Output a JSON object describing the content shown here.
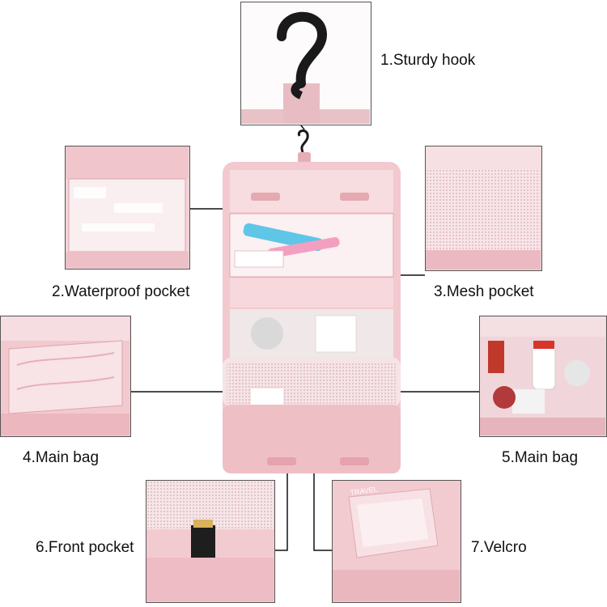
{
  "labels": {
    "hook": "1.Sturdy hook",
    "waterproof": "2.Waterproof pocket",
    "mesh": "3.Mesh pocket",
    "main_left": "4.Main bag",
    "main_right": "5.Main bag",
    "front": "6.Front pocket",
    "velcro": "7.Velcro"
  },
  "colors": {
    "bag_pink": "#f2c9cf",
    "bag_dark": "#e8b3bb",
    "frame": "#555555",
    "line": "#111111",
    "hook": "#1a1a1a"
  },
  "packaging_text": {
    "velcro_print": "TRAVEL"
  }
}
